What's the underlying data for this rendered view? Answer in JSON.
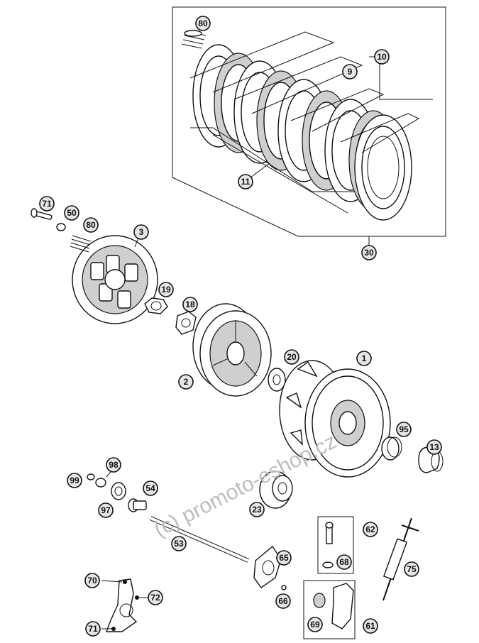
{
  "watermark": "(c) promoto-eshop.cz",
  "callouts": [
    {
      "id": "80a",
      "label": "80"
    },
    {
      "id": "10",
      "label": "10"
    },
    {
      "id": "9",
      "label": "9"
    },
    {
      "id": "11",
      "label": "11"
    },
    {
      "id": "30",
      "label": "30"
    },
    {
      "id": "71a",
      "label": "71"
    },
    {
      "id": "50",
      "label": "50"
    },
    {
      "id": "80b",
      "label": "80"
    },
    {
      "id": "3",
      "label": "3"
    },
    {
      "id": "19",
      "label": "19"
    },
    {
      "id": "18",
      "label": "18"
    },
    {
      "id": "20",
      "label": "20"
    },
    {
      "id": "1",
      "label": "1"
    },
    {
      "id": "2",
      "label": "2"
    },
    {
      "id": "95",
      "label": "95"
    },
    {
      "id": "13",
      "label": "13"
    },
    {
      "id": "98",
      "label": "98"
    },
    {
      "id": "99",
      "label": "99"
    },
    {
      "id": "54",
      "label": "54"
    },
    {
      "id": "97",
      "label": "97"
    },
    {
      "id": "23",
      "label": "23"
    },
    {
      "id": "62",
      "label": "62"
    },
    {
      "id": "53",
      "label": "53"
    },
    {
      "id": "65",
      "label": "65"
    },
    {
      "id": "68",
      "label": "68"
    },
    {
      "id": "75",
      "label": "75"
    },
    {
      "id": "70",
      "label": "70"
    },
    {
      "id": "72",
      "label": "72"
    },
    {
      "id": "66",
      "label": "66"
    },
    {
      "id": "69",
      "label": "69"
    },
    {
      "id": "61",
      "label": "61"
    },
    {
      "id": "71b",
      "label": "71"
    }
  ]
}
